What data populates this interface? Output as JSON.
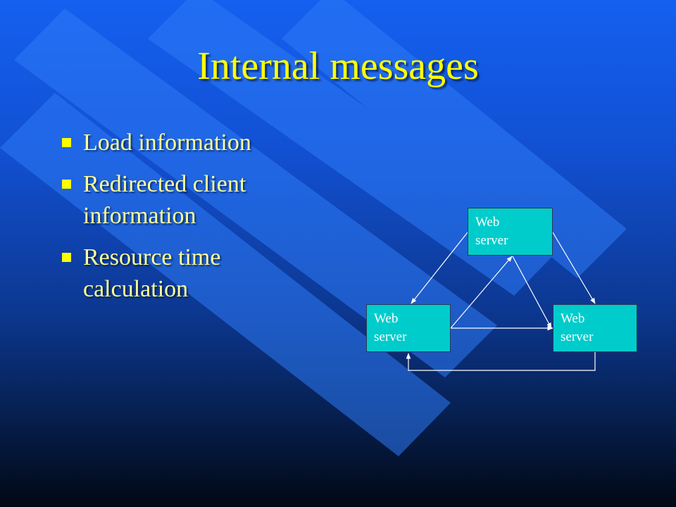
{
  "slide": {
    "title": "Internal messages",
    "bullets": [
      "Load information",
      "Redirected client information",
      "Resource time calculation"
    ]
  },
  "diagram": {
    "nodes": [
      {
        "id": "top",
        "label_line1": "Web",
        "label_line2": "server"
      },
      {
        "id": "left",
        "label_line1": "Web",
        "label_line2": "server"
      },
      {
        "id": "right",
        "label_line1": "Web",
        "label_line2": "server"
      }
    ]
  },
  "colors": {
    "title": "#ffff00",
    "bullet_text": "#ffff99",
    "bullet_marker": "#ffff00",
    "node_fill": "#00cccc",
    "arrow": "#ffffff"
  }
}
